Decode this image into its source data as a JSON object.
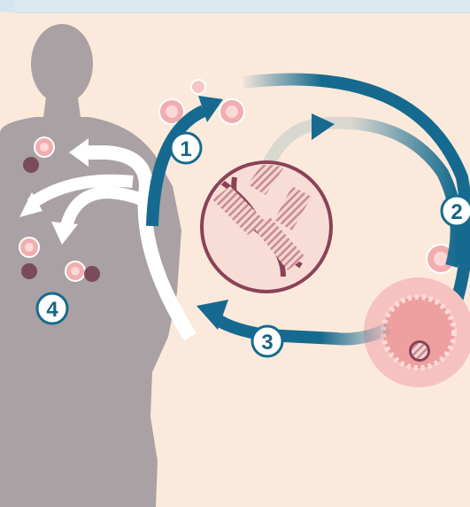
{
  "steps": [
    {
      "number": "1"
    },
    {
      "number": "2"
    },
    {
      "number": "3"
    },
    {
      "number": "4"
    }
  ],
  "colors": {
    "background": "#fbeadb",
    "header": "#d6e6ee",
    "silhouette": "#a9a1a3",
    "arrow_blue": "#166a8f",
    "badge_fill": "#ffffff",
    "badge_text": "#1a6585",
    "cell_pink": "#f0aeb0",
    "cell_dark": "#7a4b59",
    "dna_circle": "#8a4257",
    "tumor_pink": "#f6c2c0"
  },
  "icons": [
    "human-silhouette-icon",
    "dna-helix-icon",
    "tumor-cell-icon",
    "t-cell-icon",
    "curved-arrow-icon"
  ]
}
